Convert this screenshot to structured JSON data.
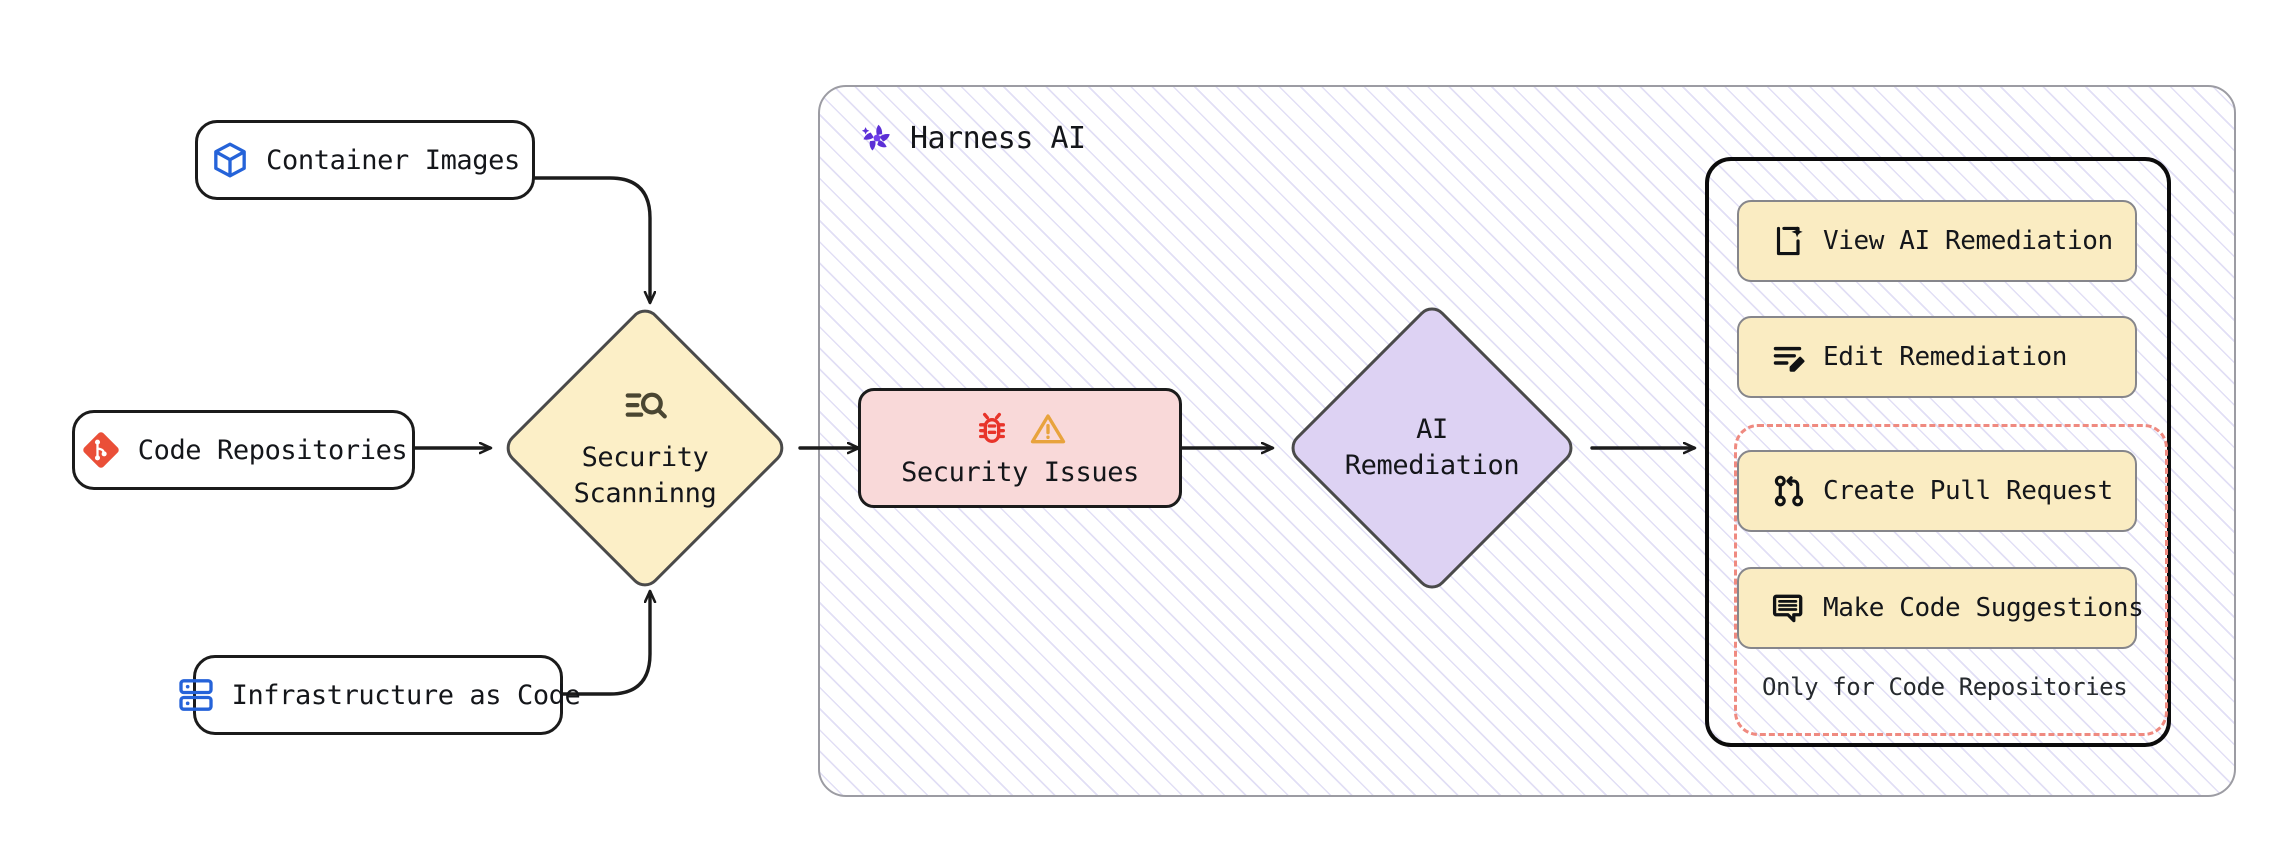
{
  "diagram": {
    "title": "Harness AI Security Scanning and Remediation Flow",
    "colors": {
      "scan_fill": "#fcefc7",
      "issues_fill": "#f9d9d9",
      "ai_fill": "#ddd2f3",
      "action_fill": "#faecc2",
      "dashed_border": "#ef8a80",
      "container_border": "#9c9ca3",
      "node_border": "#1b1b1b",
      "brand_purple": "#5b2fd6",
      "git_red": "#ea4f38",
      "iac_blue": "#2563d9",
      "bug_red": "#e8342a",
      "warning_orange": "#e8a33d"
    }
  },
  "sources": [
    {
      "id": "container-images",
      "label": "Container Images",
      "icon": "cube-icon"
    },
    {
      "id": "code-repositories",
      "label": "Code Repositories",
      "icon": "git-icon"
    },
    {
      "id": "infrastructure-as-code",
      "label": "Infrastructure as Code",
      "icon": "server-stack-icon"
    }
  ],
  "scan": {
    "label_line1": "Security",
    "label_line2": "Scanninng",
    "icon": "scan-search-icon"
  },
  "issues": {
    "label": "Security Issues",
    "icons": [
      "bug-icon",
      "warning-triangle-icon"
    ]
  },
  "harness": {
    "title": "Harness AI",
    "logo": "harness-pinwheel-logo"
  },
  "remediation": {
    "label_line1": "AI",
    "label_line2": "Remediation"
  },
  "actions": [
    {
      "id": "view-ai-remediation",
      "label": "View AI Remediation",
      "icon": "sparkle-document-icon",
      "in_dashed_group": false
    },
    {
      "id": "edit-remediation",
      "label": "Edit Remediation",
      "icon": "edit-lines-pencil-icon",
      "in_dashed_group": false
    },
    {
      "id": "create-pull-request",
      "label": "Create Pull Request",
      "icon": "git-pull-request-icon",
      "in_dashed_group": true
    },
    {
      "id": "make-code-suggestions",
      "label": "Make Code Suggestions",
      "icon": "comment-lines-icon",
      "in_dashed_group": true
    }
  ],
  "dashed_group": {
    "caption": "Only for Code Repositories"
  }
}
